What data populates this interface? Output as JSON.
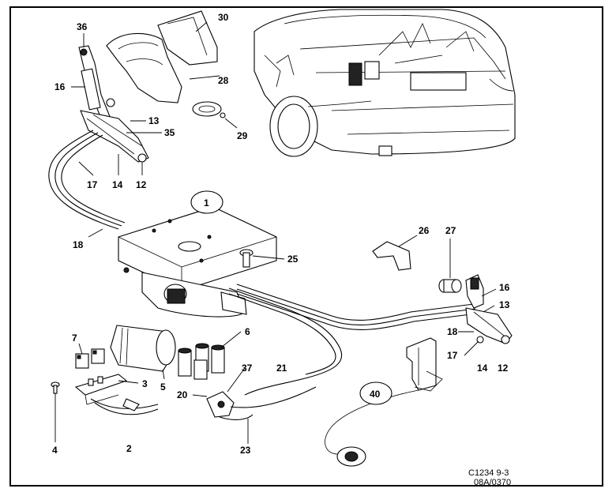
{
  "callouts": [
    {
      "id": "c36",
      "text": "36"
    },
    {
      "id": "c16a",
      "text": "16"
    },
    {
      "id": "c13a",
      "text": "13"
    },
    {
      "id": "c35",
      "text": "35"
    },
    {
      "id": "c17a",
      "text": "17"
    },
    {
      "id": "c14a",
      "text": "14"
    },
    {
      "id": "c12a",
      "text": "12"
    },
    {
      "id": "c30",
      "text": "30"
    },
    {
      "id": "c28",
      "text": "28"
    },
    {
      "id": "c29",
      "text": "29"
    },
    {
      "id": "c1",
      "text": "1"
    },
    {
      "id": "c18a",
      "text": "18"
    },
    {
      "id": "c25",
      "text": "25"
    },
    {
      "id": "c26",
      "text": "26"
    },
    {
      "id": "c27",
      "text": "27"
    },
    {
      "id": "c16b",
      "text": "16"
    },
    {
      "id": "c13b",
      "text": "13"
    },
    {
      "id": "c18b",
      "text": "18"
    },
    {
      "id": "c17b",
      "text": "17"
    },
    {
      "id": "c14b",
      "text": "14"
    },
    {
      "id": "c12b",
      "text": "12"
    },
    {
      "id": "c7",
      "text": "7"
    },
    {
      "id": "c6",
      "text": "6"
    },
    {
      "id": "c3",
      "text": "3"
    },
    {
      "id": "c5",
      "text": "5"
    },
    {
      "id": "c37",
      "text": "37"
    },
    {
      "id": "c21",
      "text": "21"
    },
    {
      "id": "c20",
      "text": "20"
    },
    {
      "id": "c40",
      "text": "40"
    },
    {
      "id": "c4",
      "text": "4"
    },
    {
      "id": "c2",
      "text": "2"
    },
    {
      "id": "c23",
      "text": "23"
    }
  ],
  "reference": {
    "line1": "C1234 9-3",
    "line2": "08A/0370"
  }
}
